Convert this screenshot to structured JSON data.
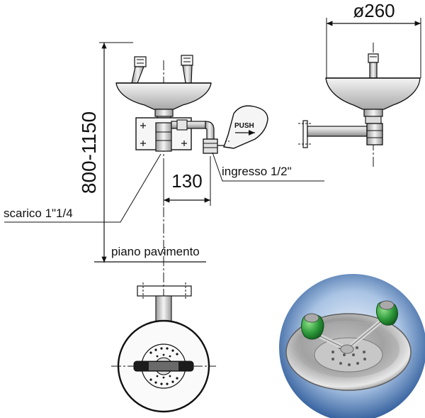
{
  "dimensions": {
    "height_range": "800-1150",
    "projection": "130",
    "diameter": "ø260"
  },
  "labels": {
    "drain": "scarico 1\"1/4",
    "inlet": "ingresso 1/2\"",
    "floor": "piano pavimento",
    "push": "PUSH"
  },
  "colors": {
    "line": "#111111",
    "metal_light": "#eeeeee",
    "metal_mid": "#bdbdbd",
    "metal_dark": "#6e6e6e",
    "nozzle_green": "#2e9a3a",
    "photo_bg_outer": "#1a4a8e",
    "photo_bg_inner": "#dfe9f5"
  },
  "icons": {
    "photo": "eyewash-photo"
  }
}
